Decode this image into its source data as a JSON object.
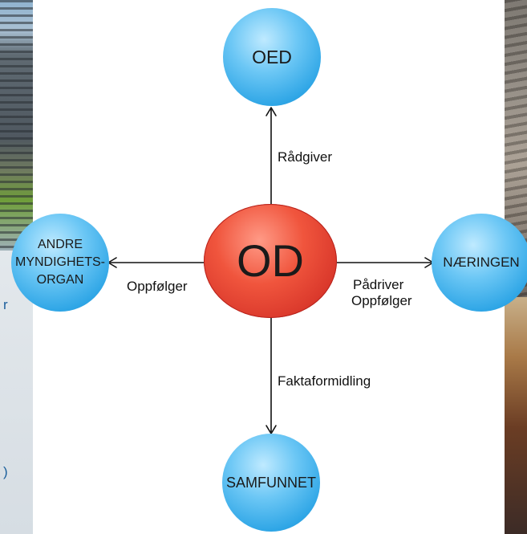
{
  "left_text": {
    "fragment_1": "r",
    "fragment_2": ")"
  },
  "nodes": {
    "center": "OD",
    "top": "OED",
    "left": [
      "ANDRE",
      "MYNDIGHETS-",
      "ORGAN"
    ],
    "right": "NÆRINGEN",
    "bottom": "SAMFUNNET"
  },
  "edges": {
    "top": "Rådgiver",
    "left": "Oppfølger",
    "right": [
      "Pådriver",
      "Oppfølger"
    ],
    "bottom": "Faktaformidling"
  },
  "colors": {
    "center_node": "#e8473a",
    "outer_nodes": "#3db4ef",
    "arrows": "#111111",
    "side_text": "#1b5f9c"
  }
}
